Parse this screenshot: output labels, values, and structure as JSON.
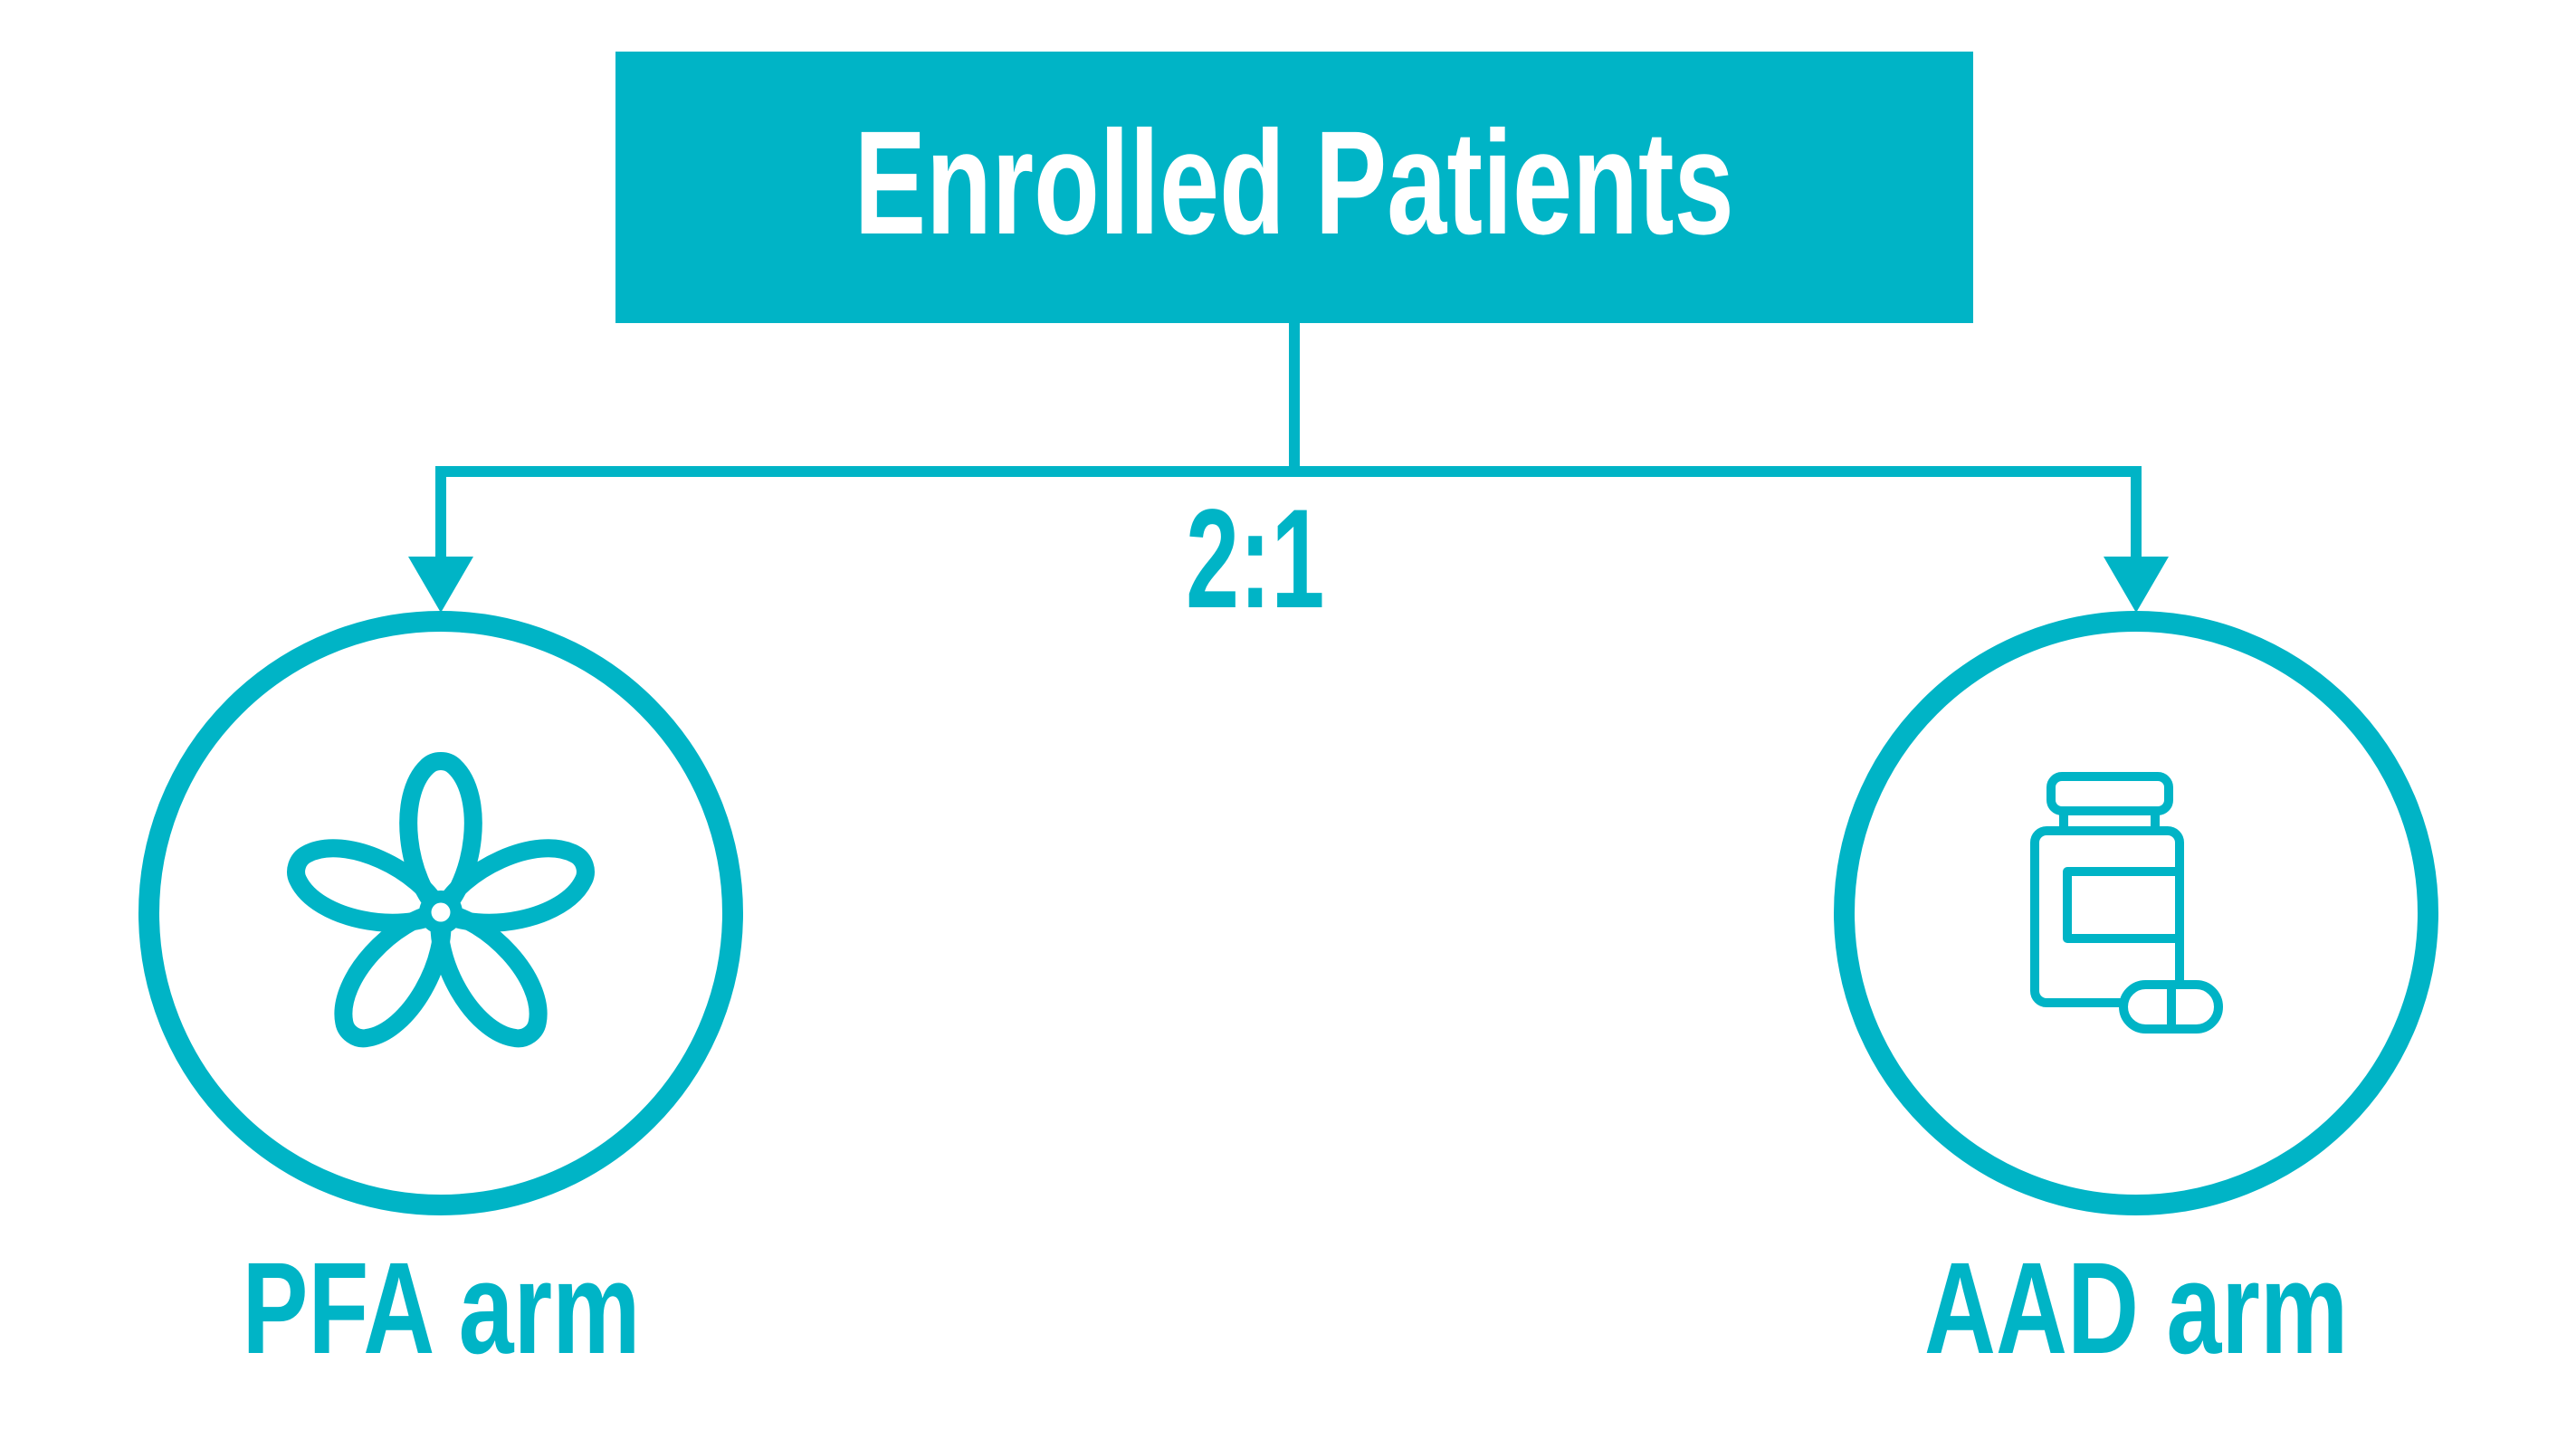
{
  "figure": {
    "colors": {
      "accent": "#00b4c6",
      "title_text": "#ffffff",
      "background": "#ffffff"
    },
    "root_box": {
      "label": "Enrolled Patients"
    },
    "randomization": {
      "ratio_label": "2:1"
    },
    "arms": [
      {
        "id": "pfa",
        "label": "PFA arm",
        "icon": "flower-catheter-icon"
      },
      {
        "id": "aad",
        "label": "AAD arm",
        "icon": "pill-bottle-icon"
      }
    ]
  }
}
